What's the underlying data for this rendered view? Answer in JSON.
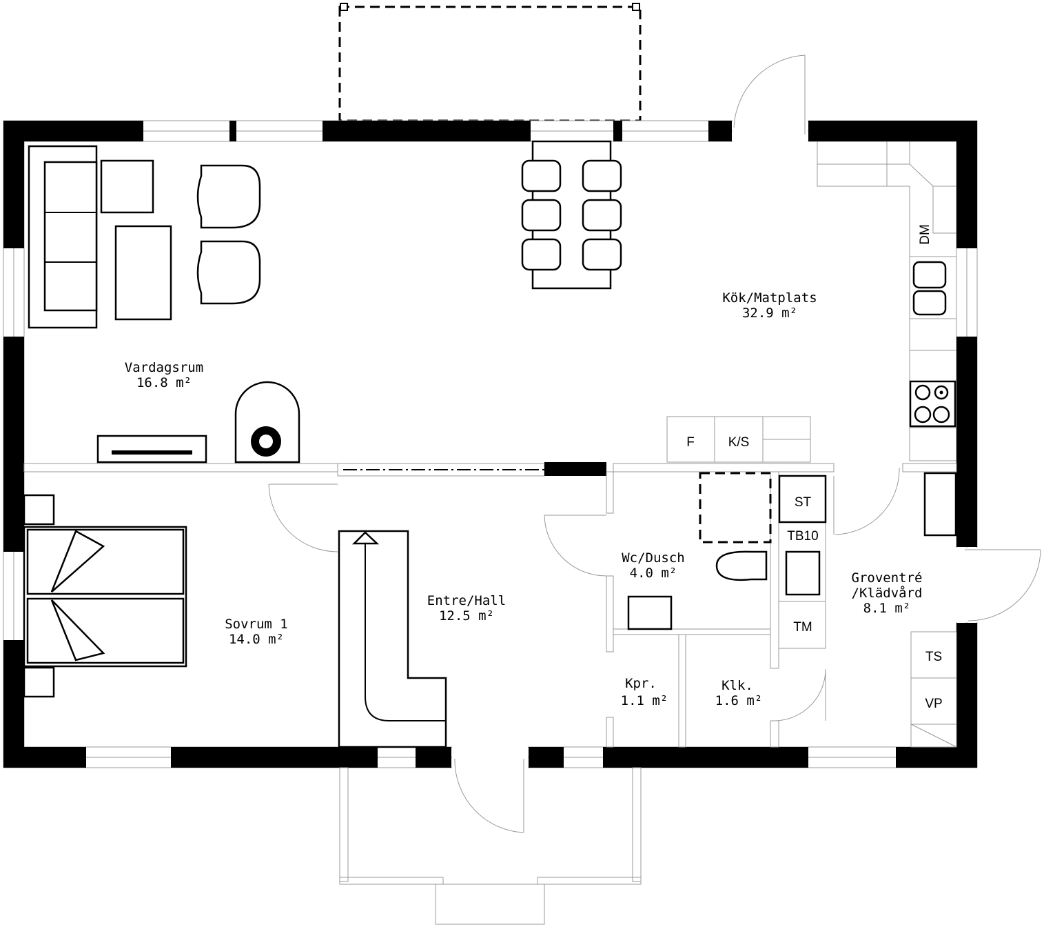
{
  "rooms": {
    "vardagsrum": {
      "name": "Vardagsrum",
      "area": "16.8 m²"
    },
    "kok": {
      "name": "Kök/Matplats",
      "area": "32.9 m²"
    },
    "sovrum": {
      "name": "Sovrum 1",
      "area": "14.0 m²"
    },
    "entre": {
      "name": "Entre/Hall",
      "area": "12.5 m²"
    },
    "wc": {
      "name": "Wc/Dusch",
      "area": "4.0 m²"
    },
    "kpr": {
      "name": "Kpr.",
      "area": "1.1 m²"
    },
    "klk": {
      "name": "Klk.",
      "area": "1.6 m²"
    },
    "groventre": {
      "name": "Groventré",
      "name2": "/Klädvård",
      "area": "8.1 m²"
    }
  },
  "appliances": {
    "dm": "DM",
    "f": "F",
    "ks": "K/S",
    "st": "ST",
    "tb10": "TB10",
    "tm": "TM",
    "ts": "TS",
    "vp": "VP"
  }
}
